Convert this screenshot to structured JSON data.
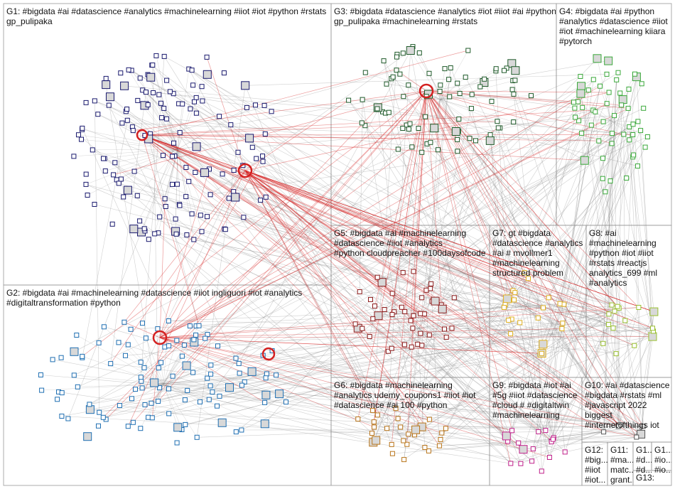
{
  "groups": [
    {
      "id": "g1",
      "label": "G1: #bigdata #ai #datascience #analytics #machinelearning #iiot #iot #python #rstats\ngp_pulipaka",
      "color": "#1a1a6e"
    },
    {
      "id": "g2",
      "label": "G2: #bigdata #ai #machinelearning #datascience #iiot ingliguori #iot #analytics\n#digitaltransformation #python",
      "color": "#1f6fb2"
    },
    {
      "id": "g3",
      "label": "G3: #bigdata #datascience #analytics #iot #iiot #ai #python\ngp_pulipaka #machinelearning #rstats",
      "color": "#1f5a2a"
    },
    {
      "id": "g4",
      "label": "G4: #bigdata #ai #python\n#analytics #datascience #iiot\n#iot #machinelearning kiiara\n#pytorch",
      "color": "#3aa83a"
    },
    {
      "id": "g5",
      "label": "G5: #bigdata #ai #machinelearning\n#datascience #iiot #analytics\n#python cloudpreacher #100daysofcode",
      "color": "#8b1a1a"
    },
    {
      "id": "g6",
      "label": "G6: #bigdata #machinelearning\n#analytics udemy_coupons1 #iiot #iot\n#datascience #ai 100 #python",
      "color": "#b8741a"
    },
    {
      "id": "g7",
      "label": "G7: gt #bigdata\n#datascience #analytics\n#ai # mvollmer1\n#machinelearning\nstructured problem",
      "color": "#e0b020"
    },
    {
      "id": "g8",
      "label": "G8: #ai\n#machinelearning\n#python #iot #iiot\n#rstats #reactjs\nanalytics_699 #ml\n#analytics",
      "color": "#9ac030"
    },
    {
      "id": "g9",
      "label": "G9: #bigdata #iot #ai\n#5g #iiot #datascience\n#cloud # #digitaltwin\n#machinelearning",
      "color": "#c0208a"
    },
    {
      "id": "g10",
      "label": "G10: #ai #datascience\n#bigdata #rstats #ml\n#javascript 2022\nbiggest\n#internetofthings iot",
      "color": "#555555"
    },
    {
      "id": "g12",
      "label": "G12:\n#big...\n#iiot\n#iot...",
      "color": "#555555"
    },
    {
      "id": "g11",
      "label": "G11:\n#ma...\nmatc...\ngrant...",
      "color": "#555555"
    },
    {
      "id": "g14",
      "label": "G1...\n#d...\n#d...",
      "color": "#555555"
    },
    {
      "id": "g15",
      "label": "G1...\n#io...\n#io...",
      "color": "#555555"
    },
    {
      "id": "g13",
      "label": "G13:",
      "color": "#555555"
    }
  ],
  "colors": {
    "edge_gray": "#8a8a8a",
    "edge_red": "#d42020",
    "frame": "#9a9a9a"
  }
}
